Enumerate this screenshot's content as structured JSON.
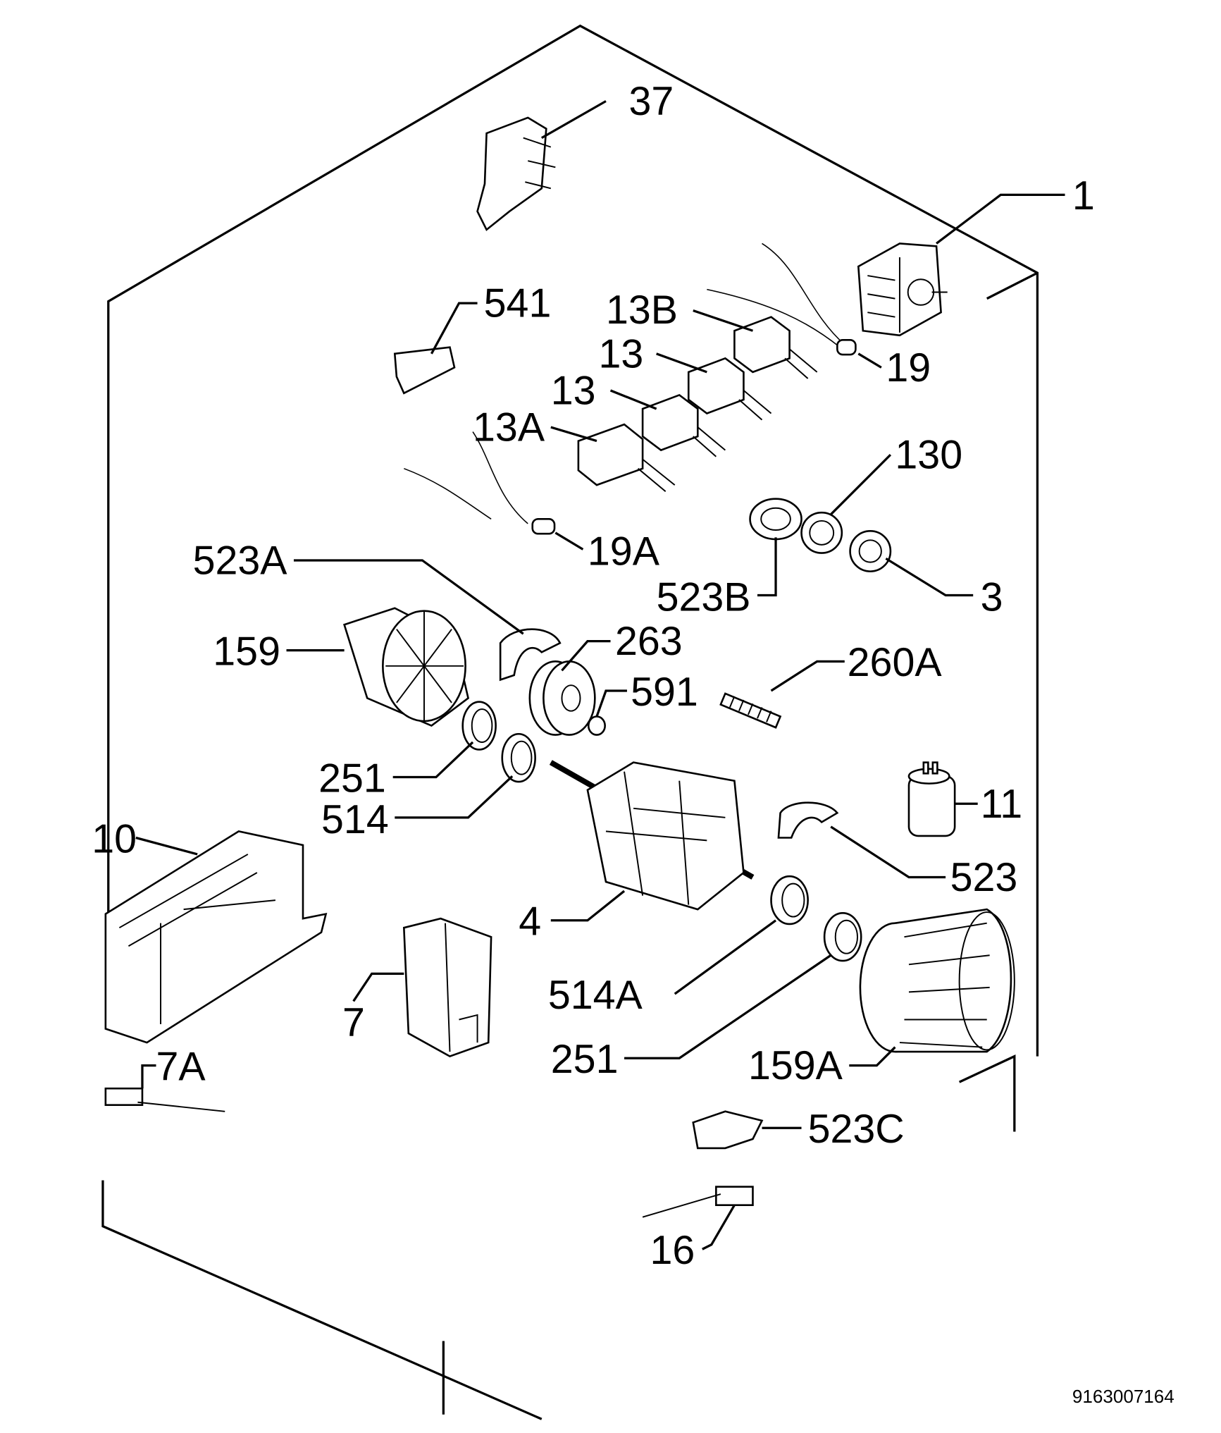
{
  "diagram": {
    "drawing_number": "9163007164",
    "callouts": [
      "37",
      "1",
      "541",
      "13B",
      "13",
      "13",
      "13A",
      "19",
      "130",
      "19A",
      "523A",
      "523B",
      "3",
      "159",
      "263",
      "260A",
      "591",
      "251",
      "514",
      "11",
      "10",
      "523",
      "4",
      "514A",
      "7",
      "251",
      "159A",
      "7A",
      "523C",
      "16"
    ]
  }
}
